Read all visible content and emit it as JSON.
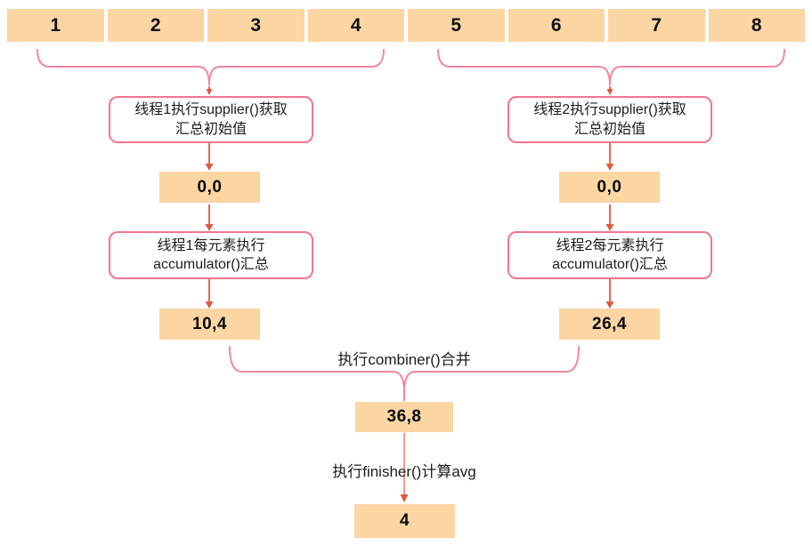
{
  "diagram": {
    "title_hint": "parallel stream collect flow",
    "cells": [
      "1",
      "2",
      "3",
      "4",
      "5",
      "6",
      "7",
      "8"
    ],
    "left": {
      "supplier_label": "线程1执行supplier()获取\n汇总初始值",
      "initial_value": "0,0",
      "accumulator_label": "线程1每元素执行\naccumulator()汇总",
      "accumulated_value": "10,4"
    },
    "right": {
      "supplier_label": "线程2执行supplier()获取\n汇总初始值",
      "initial_value": "0,0",
      "accumulator_label": "线程2每元素执行\naccumulator()汇总",
      "accumulated_value": "26,4"
    },
    "combiner_label": "执行combiner()合并",
    "combined_value": "36,8",
    "finisher_label": "执行finisher()计算avg",
    "final_value": "4",
    "colors": {
      "cell_fill": "#FBD5A2",
      "brace": "#F287A0",
      "box_border": "#F0758F",
      "arrow": "#E2573C",
      "line_soft": "#EF9C8C"
    }
  }
}
